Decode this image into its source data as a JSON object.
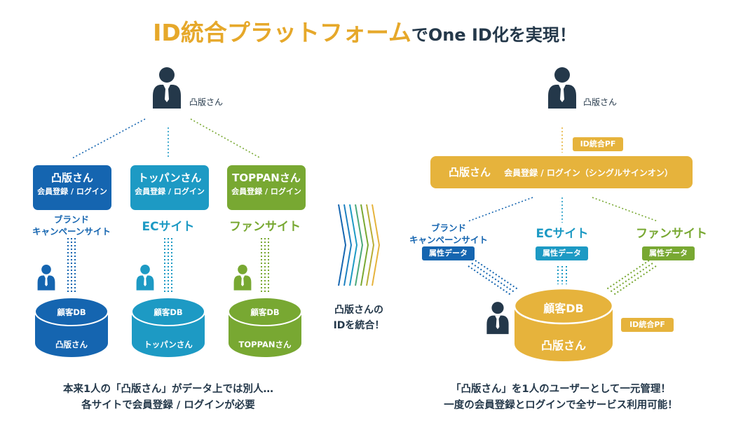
{
  "title": {
    "highlight": "ID統合プラットフォーム",
    "rest": "でOne ID化を実現！"
  },
  "colors": {
    "navy": "#1565b0",
    "cyan": "#1d9ac4",
    "green": "#78a832",
    "gold": "#e6b33c",
    "dark": "#24384a"
  },
  "left": {
    "user_label": "凸版さん",
    "sites": [
      {
        "box_name": "凸版さん",
        "box_sub": "会員登録 / ログイン",
        "label_line1": "ブランド",
        "label_line2": "キャンペーンサイト",
        "db_title": "顧客DB",
        "db_name": "凸版さん"
      },
      {
        "box_name": "トッパンさん",
        "box_sub": "会員登録 / ログイン",
        "label_line1": "ECサイト",
        "label_line2": "",
        "db_title": "顧客DB",
        "db_name": "トッパンさん"
      },
      {
        "box_name": "TOPPANさん",
        "box_sub": "会員登録 / ログイン",
        "label_line1": "ファンサイト",
        "label_line2": "",
        "db_title": "顧客DB",
        "db_name": "TOPPANさん"
      }
    ],
    "caption_line1": "本来1人の「凸版さん」がデータ上では別人…",
    "caption_line2": "各サイトで会員登録 / ログインが必要"
  },
  "middle": {
    "label_line1": "凸版さんの",
    "label_line2": "IDを統合！"
  },
  "right": {
    "user_label": "凸版さん",
    "pf_tag_top": "ID統合PF",
    "sso_name": "凸版さん",
    "sso_sub": "会員登録 / ログイン（シングルサインオン）",
    "sites": [
      {
        "label_line1": "ブランド",
        "label_line2": "キャンペーンサイト",
        "tag": "属性データ"
      },
      {
        "label_line1": "ECサイト",
        "label_line2": "",
        "tag": "属性データ"
      },
      {
        "label_line1": "ファンサイト",
        "label_line2": "",
        "tag": "属性データ"
      }
    ],
    "db_title": "顧客DB",
    "db_name": "凸版さん",
    "pf_tag_db": "ID統合PF",
    "caption_line1": "「凸版さん」を1人のユーザーとして一元管理！",
    "caption_line2": "一度の会員登録とログインで全サービス利用可能！"
  }
}
